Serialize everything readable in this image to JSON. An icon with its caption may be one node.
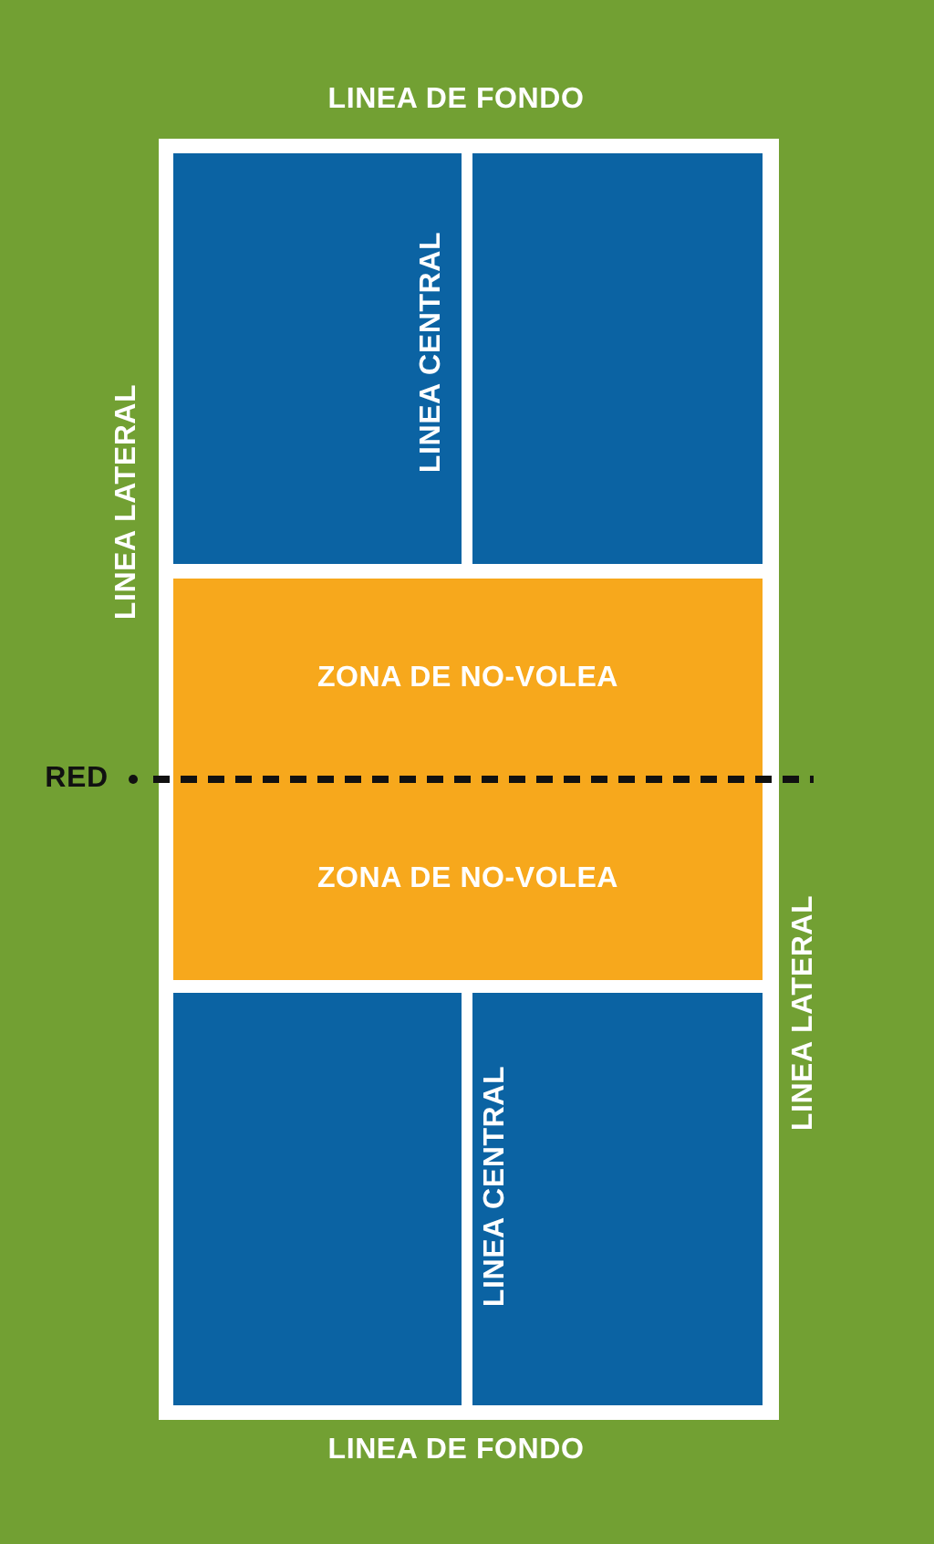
{
  "diagram": {
    "nodes": [
      {
        "text": [],
        "shape": "box"
      },
      {
        "text": [],
        "shape": "box",
        "in": 0
      },
      {
        "text": [],
        "shape": "box",
        "in": 0
      },
      {
        "text": [
          "ZONA DE NO-VOLEA"
        ],
        "in": 0
      },
      {
        "text": [
          "ZONA DE NO-VOLEA"
        ],
        "in": 0
      },
      {
        "text": [],
        "shape": "box",
        "in": 0
      },
      {
        "text": [],
        "shape": "box",
        "in": 0
      }
    ],
    "edges": [],
    "labels": [
      "LINEA DE FONDO",
      "LINEA CENTRAL",
      "LINEA LATERAL",
      "RED",
      "LINEA LATERAL",
      "LINEA CENTRAL",
      "LINEA DE FONDO"
    ]
  }
}
